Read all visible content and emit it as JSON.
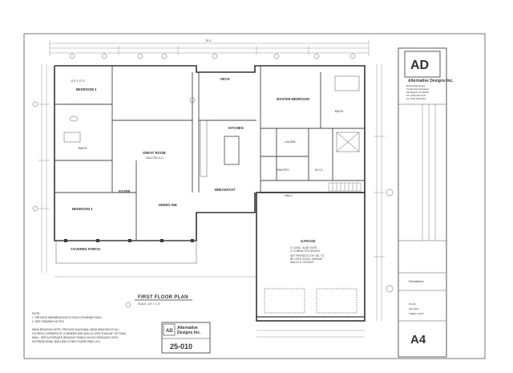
{
  "title_block": {
    "logo": "AD",
    "firm_name": "Alternative Designs Inc.",
    "firm_lines": [
      "Residential Design",
      "Construction Drawings",
      "Woodstock, GA 30189",
      "Ph: (678) 445-0776",
      "Fx: (678) 445-0783"
    ],
    "sheet_title": "Elevations",
    "sheet_label": "A4",
    "small_fields": [
      "25-010",
      "JAN 2019",
      "SHEET 4 OF 8"
    ]
  },
  "plan": {
    "title": "FIRST FLOOR PLAN",
    "scale": "SCALE: 1/4\" = 1'-0\"",
    "overall_dim": "78'-0\"",
    "rooms": [
      {
        "id": "bedroom2",
        "label": "BEDROOM 2"
      },
      {
        "id": "bedroom2-dims",
        "label": "11'6\" x 12'-4\""
      },
      {
        "id": "bedroom3",
        "label": "BEDROOM 3"
      },
      {
        "id": "bath",
        "label": "BATH"
      },
      {
        "id": "great-room",
        "label": "GREAT ROOM"
      },
      {
        "id": "great-room-sub",
        "label": "VAULTED CLG."
      },
      {
        "id": "foyer",
        "label": "FOYER"
      },
      {
        "id": "dining",
        "label": "DINING RM."
      },
      {
        "id": "deck",
        "label": "DECK"
      },
      {
        "id": "kitchen",
        "label": "KITCHEN"
      },
      {
        "id": "breakfast",
        "label": "BREAKFAST"
      },
      {
        "id": "master",
        "label": "MASTER BEDROOM"
      },
      {
        "id": "master-bath",
        "label": "BATH"
      },
      {
        "id": "laund",
        "label": "LAUND."
      },
      {
        "id": "pantry",
        "label": "PANTRY"
      },
      {
        "id": "wic",
        "label": "W.I.C."
      },
      {
        "id": "hall",
        "label": "HALL"
      },
      {
        "id": "garage",
        "label": "GARAGE"
      },
      {
        "id": "porch",
        "label": "COVERED PORCH"
      }
    ],
    "garage_notes": [
      "4\" CONC. SLAB OVER",
      "4\" COMPACTED GRAVEL",
      "5/8\" FIREROCK GYP. BD. TO",
      "BE USED ON ALL GARAGE",
      "WALLS & CEILINGS"
    ],
    "notes": [
      "NOTE:",
      "1. PROVIDE WINDBRACING AT EACH STAIRWAY WALL",
      "2. SEE FRAMING NOTES"
    ],
    "bracing_note": [
      "WIND BRACING NOTE: PROVIDE DIAGONAL WIND BRACING AT ALL",
      "OUTSIDE CORNERS AT CORNERS AND WALLS LESS THAN 48\" OF FINAL",
      "WALL, SEE ALTERNATE BRACING PANELS IN ACCORDANCE WITH",
      "INTERNATIONAL BUILDING CODE FIGURE R602.10.5"
    ],
    "stamp": {
      "firm": "Alternative",
      "firm2": "Designs Inc.",
      "number": "25-010"
    }
  }
}
